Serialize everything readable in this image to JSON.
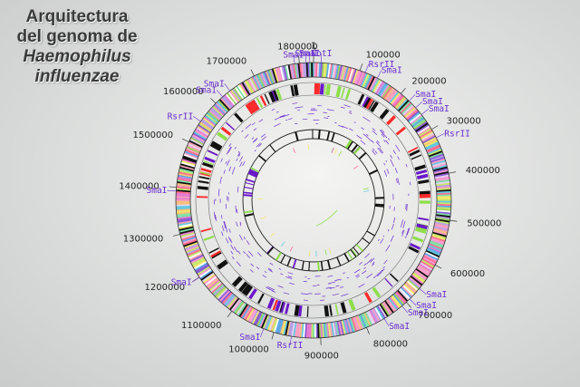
{
  "title": {
    "line1": "Arquitectura",
    "line2": "del genoma de",
    "line3": "Haemophilus",
    "line4": "influenzae"
  },
  "genome_length": 1830000,
  "colors": {
    "site_label": "#6a2fd0",
    "outer_ring_palette": [
      "#e57bd1",
      "#f5a3b5",
      "#9fd45f",
      "#f2e86a",
      "#63c9e0",
      "#8a5cd6",
      "#ff9fcb",
      "#7fe0a8",
      "#f7c07a",
      "#b7a0e8",
      "#ff6f91",
      "#c8e66b",
      "#5fa8e8",
      "#e6d3f0",
      "#f49ad2"
    ],
    "marker_black": "#111111",
    "marker_red": "#ff2a2a",
    "marker_green": "#8ede4a",
    "marker_purple": "#6a19c8"
  },
  "position_labels": [
    {
      "text": "1",
      "value": 0
    },
    {
      "text": "100000",
      "value": 100000
    },
    {
      "text": "200000",
      "value": 200000
    },
    {
      "text": "300000",
      "value": 300000
    },
    {
      "text": "400000",
      "value": 400000
    },
    {
      "text": "500000",
      "value": 500000
    },
    {
      "text": "600000",
      "value": 600000
    },
    {
      "text": "700000",
      "value": 700000
    },
    {
      "text": "800000",
      "value": 800000
    },
    {
      "text": "900000",
      "value": 900000
    },
    {
      "text": "1000000",
      "value": 1000000
    },
    {
      "text": "1100000",
      "value": 1100000
    },
    {
      "text": "1200000",
      "value": 1200000
    },
    {
      "text": "1300000",
      "value": 1300000
    },
    {
      "text": "1400000",
      "value": 1400000
    },
    {
      "text": "1500000",
      "value": 1500000
    },
    {
      "text": "1600000",
      "value": 1600000
    },
    {
      "text": "1700000",
      "value": 1700000
    },
    {
      "text": "1800000",
      "value": 1800000
    }
  ],
  "restriction_sites": [
    {
      "text": "SmaI",
      "value": 1822000
    },
    {
      "text": "SmaI",
      "value": 1814000
    },
    {
      "text": "NotI",
      "value": 16000
    },
    {
      "text": "SmaI",
      "value": 1790000
    },
    {
      "text": "RsrII",
      "value": 112000
    },
    {
      "text": "SmaI",
      "value": 140000
    },
    {
      "text": "SmaI",
      "value": 223000
    },
    {
      "text": "SmaI",
      "value": 243000
    },
    {
      "text": "SmaI",
      "value": 262000
    },
    {
      "text": "RsrII",
      "value": 320000
    },
    {
      "text": "SmaI",
      "value": 660000
    },
    {
      "text": "SmaI",
      "value": 690000
    },
    {
      "text": "SmaI",
      "value": 712000
    },
    {
      "text": "SmaI",
      "value": 758000
    },
    {
      "text": "SmaI",
      "value": 1023000
    },
    {
      "text": "RsrII",
      "value": 962000
    },
    {
      "text": "SmaI",
      "value": 1200000
    },
    {
      "text": "SmaI",
      "value": 1392000
    },
    {
      "text": "RsrII",
      "value": 1550000
    },
    {
      "text": "SmaI",
      "value": 1640000
    },
    {
      "text": "SmaI",
      "value": 1620000
    }
  ]
}
